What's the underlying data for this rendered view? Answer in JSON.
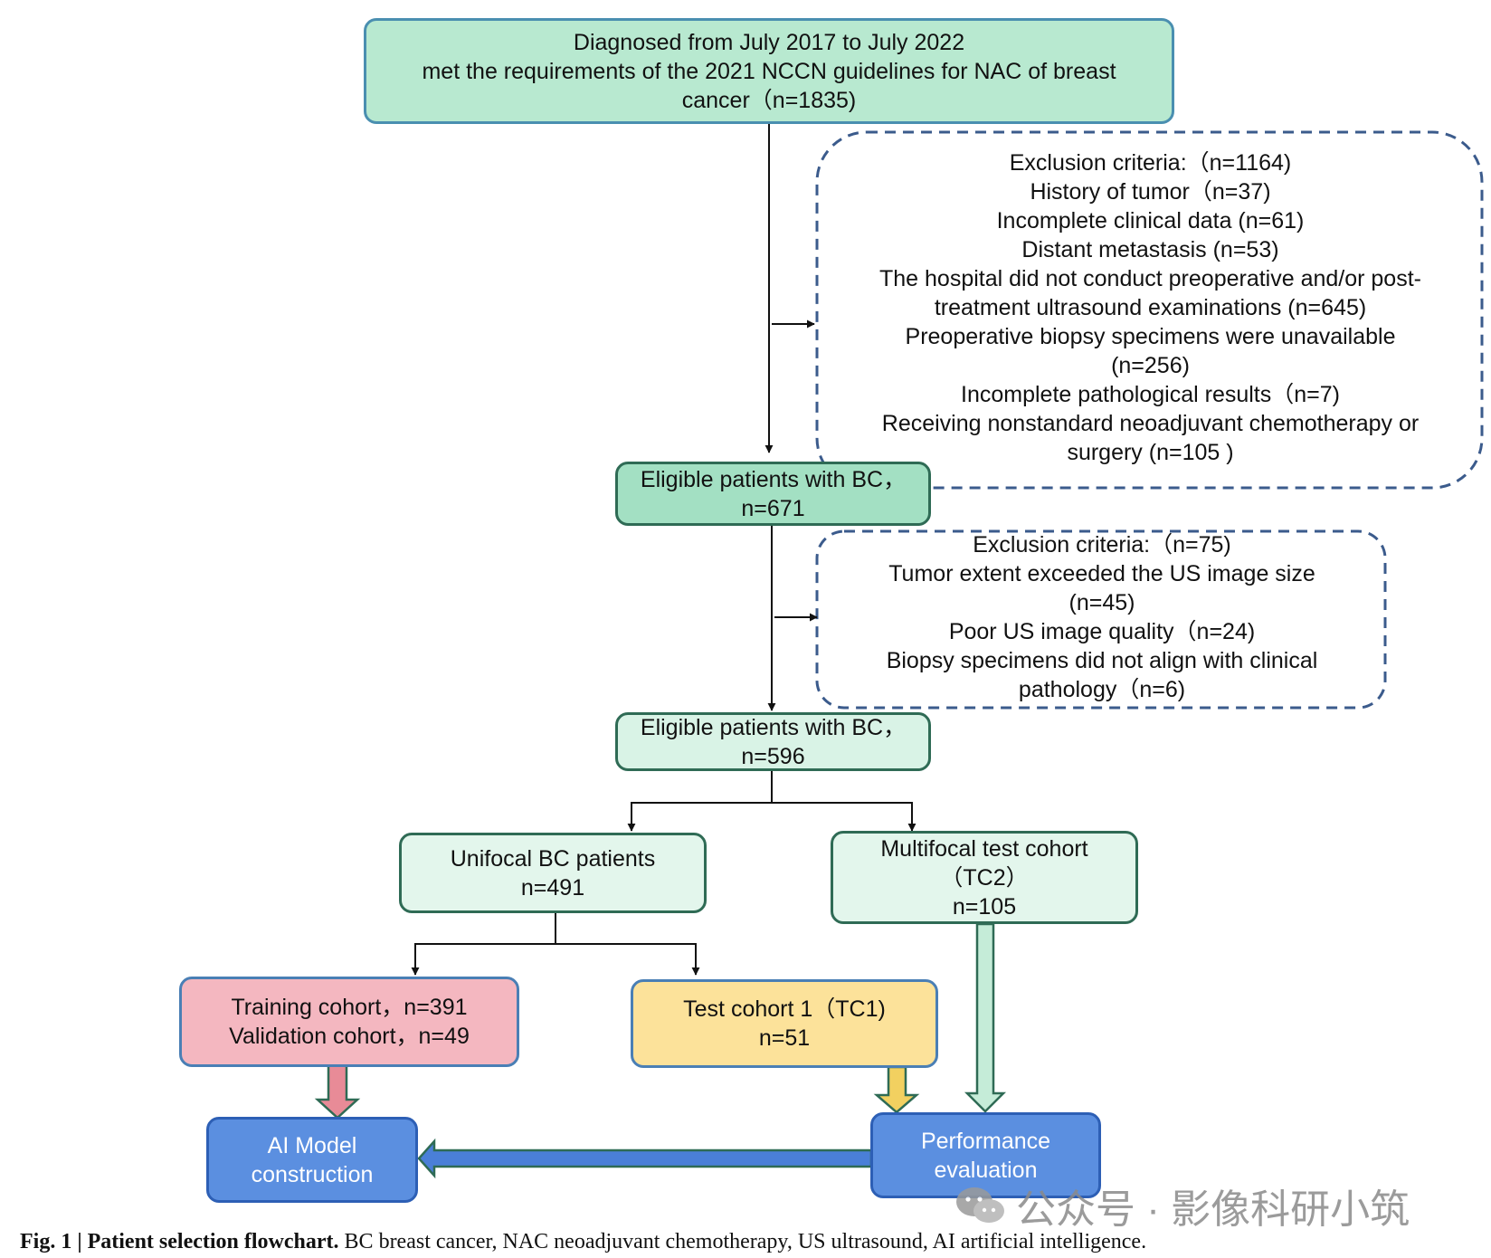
{
  "nodes": {
    "start": {
      "lines": [
        "Diagnosed from July 2017 to July 2022",
        "met the requirements of the 2021 NCCN guidelines for NAC of breast",
        "cancer（n=1835)"
      ]
    },
    "eligible1": {
      "lines": [
        "Eligible patients with BC，",
        "n=671"
      ]
    },
    "eligible2": {
      "lines": [
        "Eligible patients with BC，",
        "n=596"
      ]
    },
    "unifocal": {
      "lines": [
        "Unifocal BC  patients",
        "n=491"
      ]
    },
    "multifocal": {
      "lines": [
        "Multifocal test cohort",
        "（TC2）",
        "n=105"
      ]
    },
    "training": {
      "lines": [
        "Training cohort，n=391",
        "Validation cohort，n=49"
      ]
    },
    "test1": {
      "lines": [
        "Test cohort 1（TC1)",
        "n=51"
      ]
    },
    "ai_model": {
      "lines": [
        "AI Model",
        "construction"
      ]
    },
    "performance": {
      "lines": [
        "Performance",
        "evaluation"
      ]
    }
  },
  "exclusion1": {
    "lines": [
      "Exclusion criteria:（n=1164)",
      "History of tumor（n=37)",
      "Incomplete clinical data (n=61)",
      "Distant metastasis (n=53)",
      "The hospital did not conduct preoperative and/or post-",
      "treatment ultrasound examinations (n=645)",
      "Preoperative biopsy specimens were unavailable",
      "(n=256)",
      "Incomplete pathological results（n=7)",
      "Receiving nonstandard neoadjuvant chemotherapy or",
      "surgery (n=105 )"
    ]
  },
  "exclusion2": {
    "lines": [
      "Exclusion criteria:（n=75)",
      "Tumor extent exceeded the US image size",
      "(n=45)",
      "Poor US image quality（n=24)",
      "Biopsy specimens did not align with clinical",
      "pathology（n=6)"
    ]
  },
  "caption": {
    "label": "Fig. 1 | Patient selection flowchart.",
    "text": " BC breast cancer, NAC neoadjuvant chemotherapy, US ultrasound, AI artificial intelligence."
  },
  "watermark": {
    "text": "公众号 · 影像科研小筑",
    "icon": "wechat-icon"
  },
  "colors": {
    "start_fill": "#b8e9d0",
    "eligible_fill": "#a3e0c3",
    "training_fill": "#f4b7c0",
    "test1_fill": "#fce29a",
    "blue_fill": "#5b8fe0",
    "dashed_border": "#3b5b8c"
  }
}
